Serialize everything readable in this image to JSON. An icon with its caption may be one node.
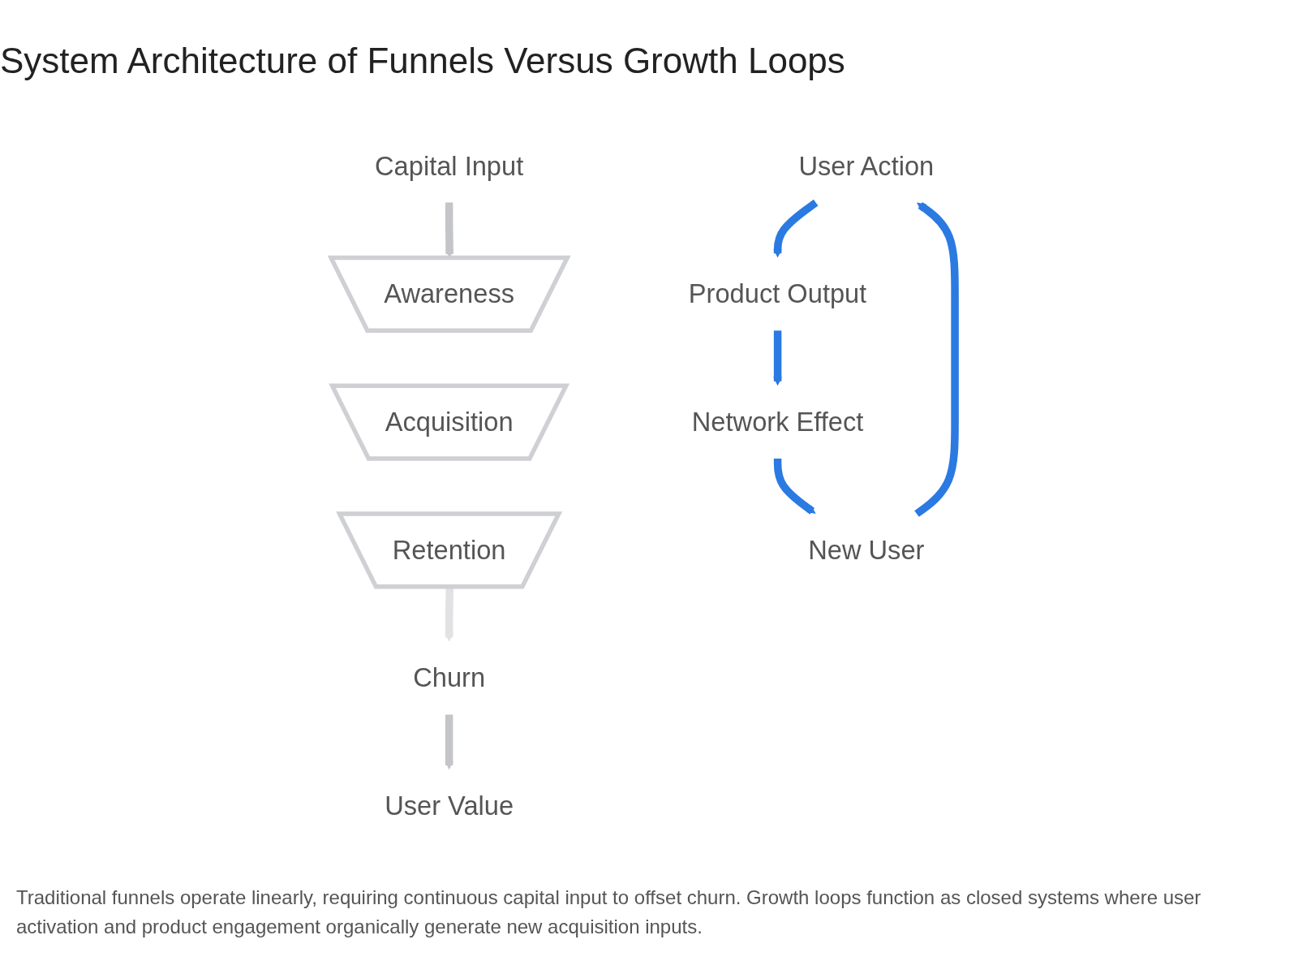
{
  "diagram": {
    "title": "System Architecture of Funnels Versus Growth Loops",
    "caption": "Traditional funnels operate linearly, requiring continuous capital input to offset churn. Growth loops function as closed systems where user activation and product engagement organically generate new acquisition inputs.",
    "nodes": [
      {
        "text": [
          "Capital Input"
        ]
      },
      {
        "text": [
          "Awareness"
        ]
      },
      {
        "text": [
          "Acquisition"
        ]
      },
      {
        "text": [
          "Retention"
        ]
      },
      {
        "text": [
          "Churn"
        ]
      },
      {
        "text": [
          "User Value"
        ]
      },
      {
        "text": [
          "User Action"
        ]
      },
      {
        "text": [
          "Product Output"
        ]
      },
      {
        "text": [
          "Network Effect"
        ]
      },
      {
        "text": [
          "New User"
        ]
      }
    ],
    "edges": [
      {
        "from": 0,
        "to": 1,
        "arrow": "to",
        "color": "#c4c5c9"
      },
      {
        "from": 3,
        "to": 4,
        "arrow": "to",
        "color": "#e2e2e5"
      },
      {
        "from": 4,
        "to": 5,
        "arrow": "to",
        "color": "#c4c5c9"
      },
      {
        "from": 6,
        "to": 7,
        "arrow": "to"
      },
      {
        "from": 7,
        "to": 8,
        "arrow": "to"
      },
      {
        "from": 8,
        "to": 9,
        "arrow": "to"
      },
      {
        "from": 9,
        "to": 6,
        "arrow": "to"
      }
    ]
  }
}
